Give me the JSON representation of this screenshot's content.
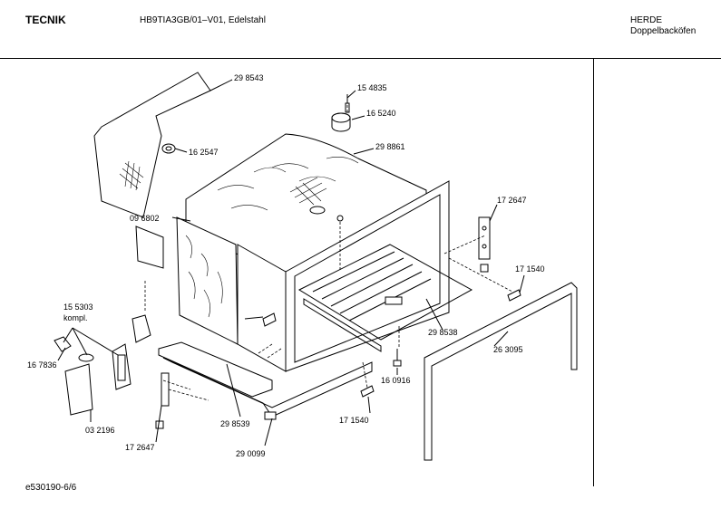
{
  "header": {
    "brand": "TECNIK",
    "model": "HB9TIA3GB/01–V01, Edelstahl",
    "category_line1": "HERDE",
    "category_line2": "Doppelbacköfen"
  },
  "footer": {
    "code": "e530190-6/6"
  },
  "parts": [
    {
      "id": "part-298543",
      "label": "29 8543"
    },
    {
      "id": "part-154835",
      "label": "15 4835"
    },
    {
      "id": "part-165240",
      "label": "16 5240"
    },
    {
      "id": "part-162547",
      "label": "16 2547"
    },
    {
      "id": "part-298861",
      "label": "29 8861"
    },
    {
      "id": "part-096802",
      "label": "09 6802"
    },
    {
      "id": "part-172647-right",
      "label": "17 2647"
    },
    {
      "id": "part-171540-right",
      "label": "17 1540"
    },
    {
      "id": "part-155303",
      "label": "15 5303"
    },
    {
      "id": "part-kompl",
      "label": "kompl."
    },
    {
      "id": "part-167836",
      "label": "16 7836"
    },
    {
      "id": "part-298538",
      "label": "29 8538"
    },
    {
      "id": "part-263095",
      "label": "26 3095"
    },
    {
      "id": "part-160916",
      "label": "16 0916"
    },
    {
      "id": "part-032196",
      "label": "03 2196"
    },
    {
      "id": "part-298539",
      "label": "29 8539"
    },
    {
      "id": "part-171540-bottom",
      "label": "17 1540"
    },
    {
      "id": "part-172647-left",
      "label": "17 2647"
    },
    {
      "id": "part-290099",
      "label": "29 0099"
    }
  ]
}
